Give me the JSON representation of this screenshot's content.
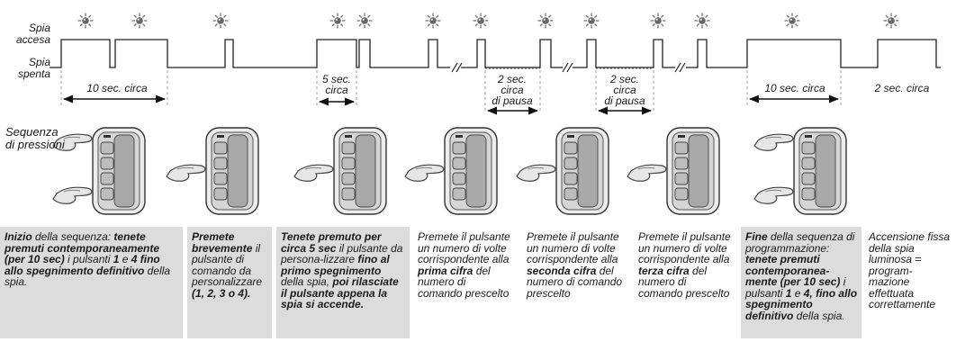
{
  "labels": {
    "on": "Spia\naccesa",
    "off": "Spia\nspenta",
    "sequence": "Sequenza\ndi pressioni"
  },
  "durations": {
    "d1": "10 sec. circa",
    "d2": "5 sec.\ncirca",
    "d3": "2 sec.\ncirca\ndi pausa",
    "d4": "2 sec.\ncirca\ndi pausa",
    "d5": "10 sec. circa",
    "d6": "2 sec. circa"
  },
  "captions": [
    {
      "shaded": true,
      "parts": [
        {
          "b": true,
          "t": "Inizio"
        },
        {
          "b": false,
          "t": " della sequenza: "
        },
        {
          "b": true,
          "t": "tenete premuti contemporaneamente (per 10 sec)"
        },
        {
          "b": false,
          "t": " i pulsanti "
        },
        {
          "b": true,
          "t": "1"
        },
        {
          "b": false,
          "t": " e "
        },
        {
          "b": true,
          "t": "4 fino allo spegnimento definitivo"
        },
        {
          "b": false,
          "t": " della spia."
        }
      ]
    },
    {
      "shaded": true,
      "parts": [
        {
          "b": true,
          "t": "Premete brevemente"
        },
        {
          "b": false,
          "t": " il pulsante di comando da personalizzare "
        },
        {
          "b": true,
          "t": "(1, 2, 3 o 4)."
        }
      ]
    },
    {
      "shaded": true,
      "parts": [
        {
          "b": true,
          "t": "Tenete premuto per circa 5 sec"
        },
        {
          "b": false,
          "t": " il pulsante da persona-lizzare "
        },
        {
          "b": true,
          "t": "fino al primo spegnimento"
        },
        {
          "b": false,
          "t": " della spia, "
        },
        {
          "b": true,
          "t": "poi rilasciate il pulsante appena la spia si accende."
        }
      ]
    },
    {
      "shaded": false,
      "parts": [
        {
          "b": false,
          "t": "Premete il pulsante un numero di volte corrispondente alla "
        },
        {
          "b": true,
          "t": "prima cifra"
        },
        {
          "b": false,
          "t": " del numero di comando prescelto"
        }
      ]
    },
    {
      "shaded": false,
      "parts": [
        {
          "b": false,
          "t": "Premete il pulsante un numero di volte corrispondente alla "
        },
        {
          "b": true,
          "t": "seconda cifra"
        },
        {
          "b": false,
          "t": " del numero di comando prescelto"
        }
      ]
    },
    {
      "shaded": false,
      "parts": [
        {
          "b": false,
          "t": "Premete il pulsante un numero di volte corrispondente alla "
        },
        {
          "b": true,
          "t": "terza cifra"
        },
        {
          "b": false,
          "t": " del numero di comando prescelto"
        }
      ]
    },
    {
      "shaded": true,
      "parts": [
        {
          "b": true,
          "t": "Fine"
        },
        {
          "b": false,
          "t": " della sequenza di programmazione: "
        },
        {
          "b": true,
          "t": "tenete premuti contemporanea-mente (per 10 sec)"
        },
        {
          "b": false,
          "t": " i pulsanti "
        },
        {
          "b": true,
          "t": "1"
        },
        {
          "b": false,
          "t": " e "
        },
        {
          "b": true,
          "t": "4, fino allo spegnimento definitivo"
        },
        {
          "b": false,
          "t": " della spia."
        }
      ]
    },
    {
      "shaded": false,
      "parts": [
        {
          "b": false,
          "t": "Accensione fissa della spia luminosa = program-mazione effettuata correttamente"
        }
      ]
    }
  ]
}
